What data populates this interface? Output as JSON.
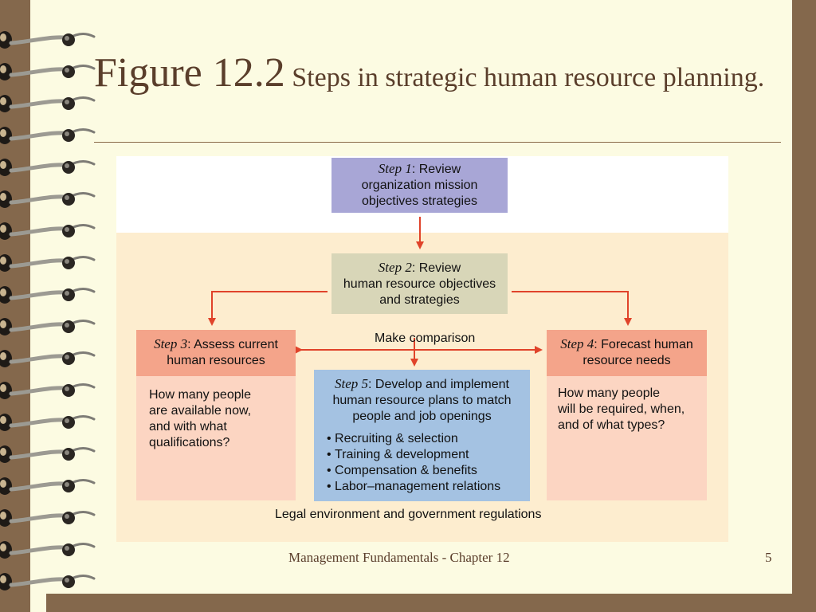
{
  "slide": {
    "title_main": "Figure 12.2",
    "title_rest": " Steps in strategic human resource planning.",
    "footer": "Management Fundamentals - Chapter 12",
    "page_number": "5"
  },
  "diagram": {
    "step1": {
      "step": "Step 1",
      "text_first": ": Review",
      "text_rest": "organization mission\nobjectives strategies"
    },
    "step2": {
      "step": "Step 2",
      "text_first": ": Review",
      "text_rest": "human resource objectives\nand strategies"
    },
    "step3": {
      "step": "Step 3",
      "text_first": ": Assess current",
      "text_rest": "human resources",
      "question": "How many people\nare available now,\nand with what\nqualifications?"
    },
    "step4": {
      "step": "Step 4",
      "text_first": ": Forecast human",
      "text_rest": "resource needs",
      "question": "How many people\nwill be required, when,\nand of what types?"
    },
    "step5": {
      "step": "Step 5",
      "text_first": ": Develop and implement",
      "text_rest": "human resource plans to match\npeople and job openings",
      "bullets": [
        "Recruiting & selection",
        "Training & development",
        "Compensation & benefits",
        "Labor–management relations"
      ]
    },
    "comparison_label": "Make comparison",
    "environment_label": "Legal environment and government regulations",
    "arrow_color": "#e0432a"
  }
}
